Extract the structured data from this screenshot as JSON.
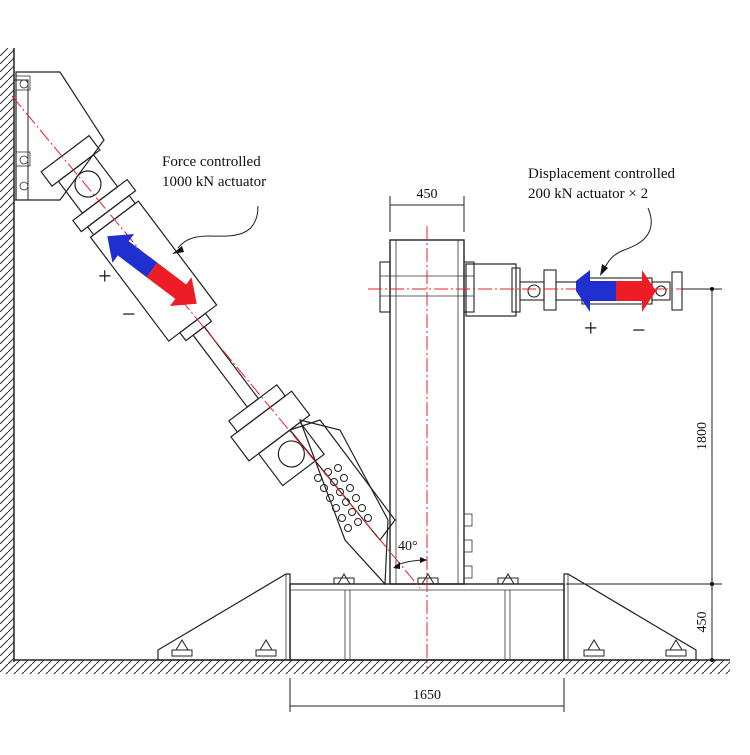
{
  "labels": {
    "force_line1": "Force controlled",
    "force_line2": "1000 kN actuator",
    "disp_line1": "Displacement controlled",
    "disp_line2": "200 kN actuator × 2",
    "plus": "+",
    "minus": "−",
    "angle": "40°"
  },
  "dimensions": {
    "column_width": "450",
    "base_width": "1650",
    "actuator_height": "1800",
    "base_height": "450"
  },
  "colors": {
    "axis_line": "#e8222a",
    "arrow_blue": "#1f2fd0",
    "arrow_red": "#ee1c24",
    "line": "#222222"
  }
}
